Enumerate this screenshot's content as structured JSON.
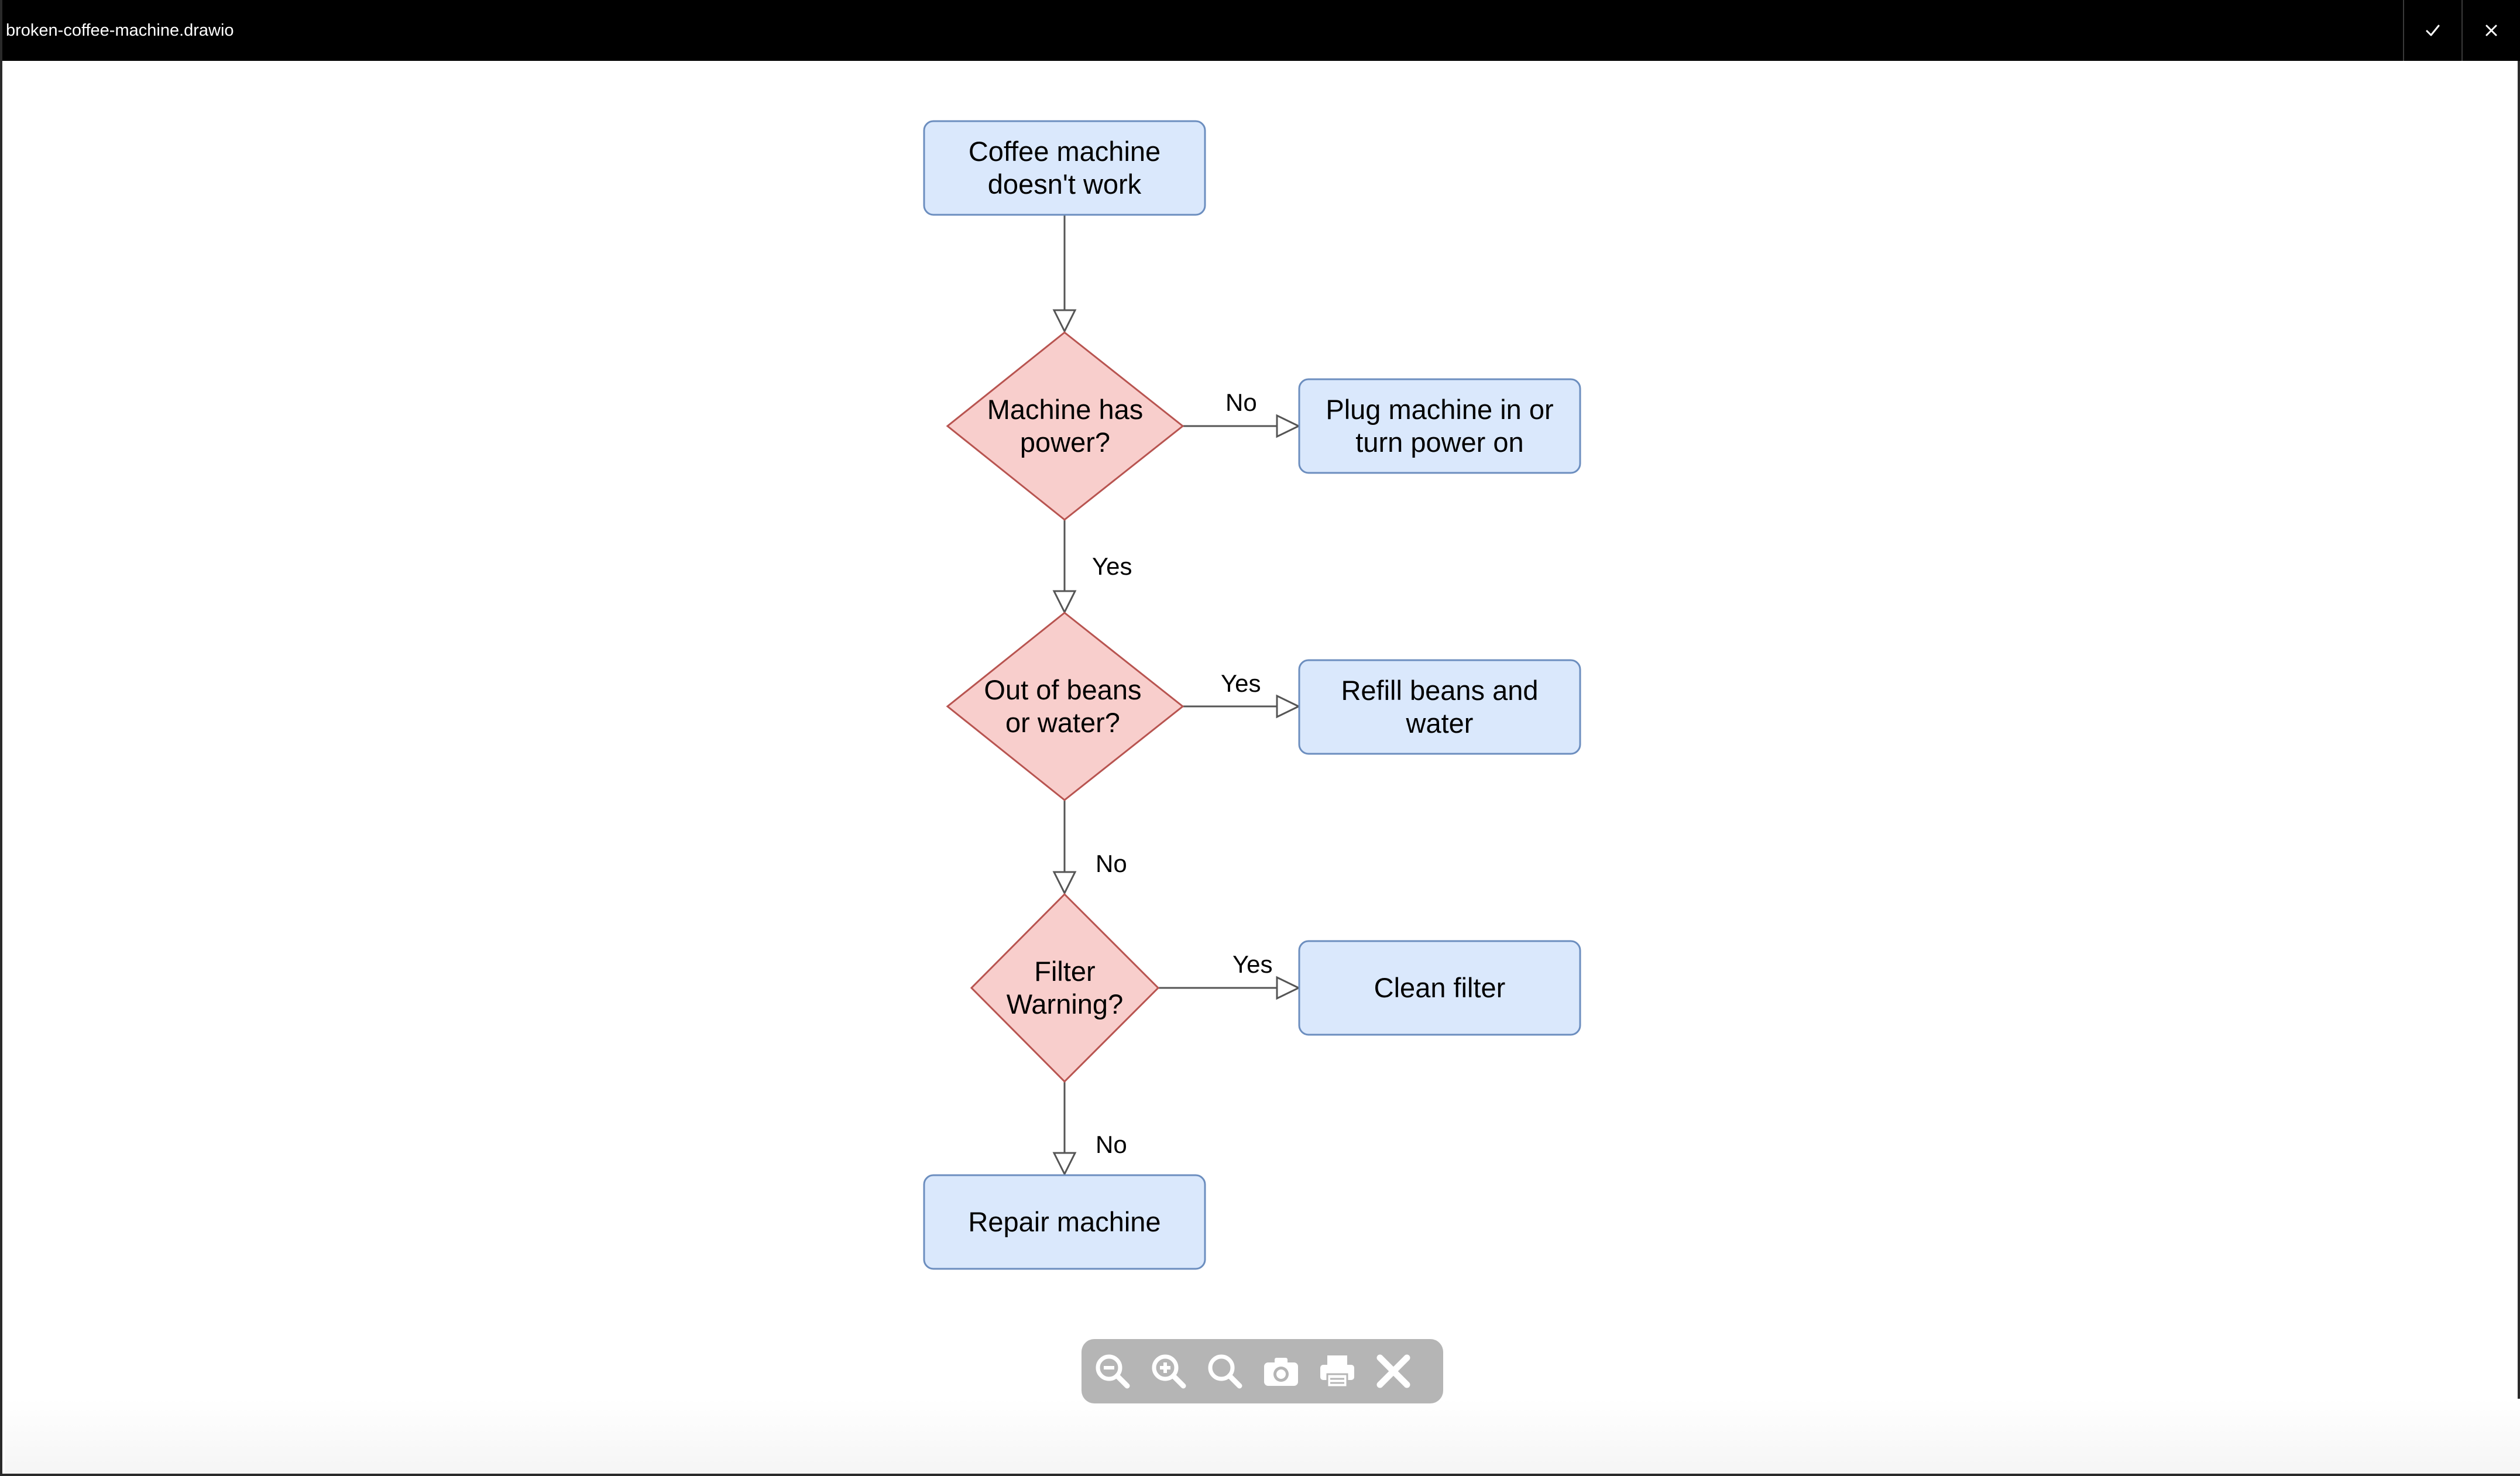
{
  "window": {
    "title": "broken-coffee-machine.drawio",
    "accept_icon": "checkmark-icon",
    "close_icon": "close-icon"
  },
  "diagram": {
    "colors": {
      "process_fill": "#dae8fc",
      "process_stroke": "#6c8ebf",
      "decision_fill": "#f8cecc",
      "decision_stroke": "#b85450",
      "edge": "#555555"
    },
    "nodes": {
      "start": "Coffee machine\ndoesn't work",
      "has_power": "Machine has\npower?",
      "plug_in": "Plug machine in or\nturn power on",
      "out_of_beans": "Out of beans\nor water?",
      "refill": "Refill beans and\nwater",
      "filter_warning": "Filter\nWarning?",
      "clean_filter": "Clean filter",
      "repair": "Repair machine"
    },
    "edges": {
      "power_no": "No",
      "power_yes": "Yes",
      "beans_yes": "Yes",
      "beans_no": "No",
      "filter_yes": "Yes",
      "filter_no": "No"
    }
  },
  "toolbar": {
    "buttons": [
      "zoom-out-icon",
      "zoom-in-icon",
      "zoom-fit-icon",
      "camera-icon",
      "print-icon",
      "close-icon"
    ]
  }
}
